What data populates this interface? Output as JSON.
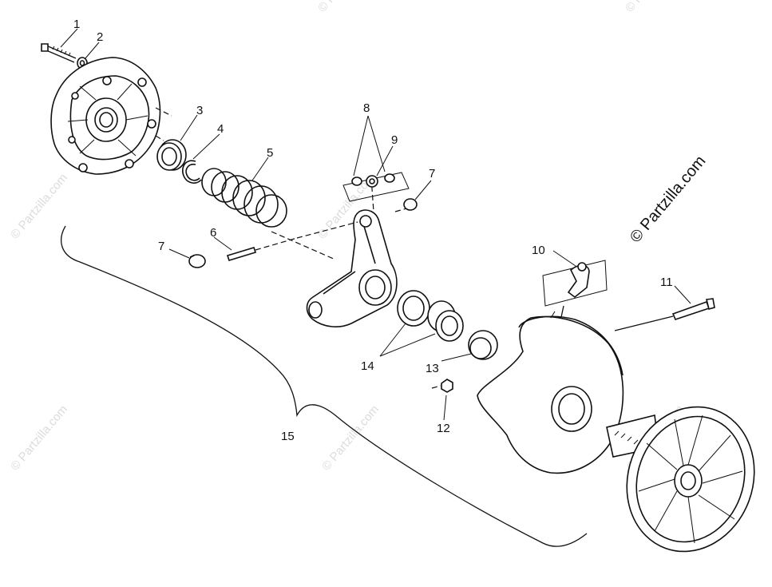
{
  "watermark": {
    "main": "© Partzilla.com",
    "repeat": "© Partzilla.com"
  },
  "callouts": [
    "1",
    "2",
    "3",
    "4",
    "5",
    "6",
    "7",
    "7",
    "8",
    "9",
    "10",
    "11",
    "12",
    "13",
    "14",
    "15"
  ]
}
